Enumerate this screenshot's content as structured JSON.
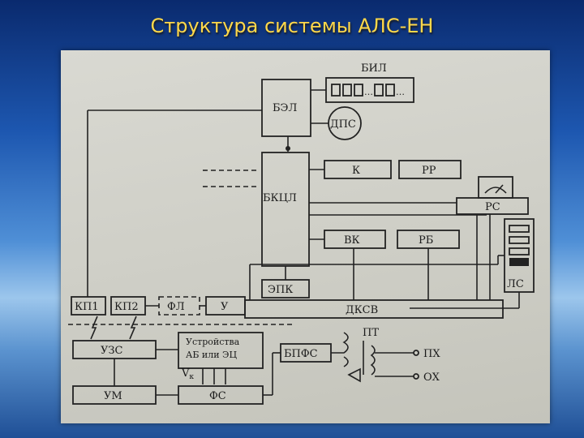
{
  "title": "Структура системы АЛС-ЕН",
  "blocks": {
    "bil": "БИЛ",
    "bel": "БЭЛ",
    "dps": "ДПС",
    "bkcl": "БКЦЛ",
    "k": "К",
    "rr": "РР",
    "rs": "РС",
    "vk": "ВК",
    "rb": "РБ",
    "ls": "ЛС",
    "epk": "ЭПК",
    "kp1": "КП1",
    "kp2": "КП2",
    "fl": "ФЛ",
    "u": "У",
    "dksv": "ДКСВ",
    "uzs": "УЗС",
    "ustr_line1": "Устройства",
    "ustr_line2": "АБ или ЭЦ",
    "bpfs": "БПФС",
    "pt": "ПТ",
    "px": "ПХ",
    "ox": "ОХ",
    "um": "УМ",
    "fs": "ФС",
    "vk_label": "V",
    "vk_sub": "к"
  }
}
